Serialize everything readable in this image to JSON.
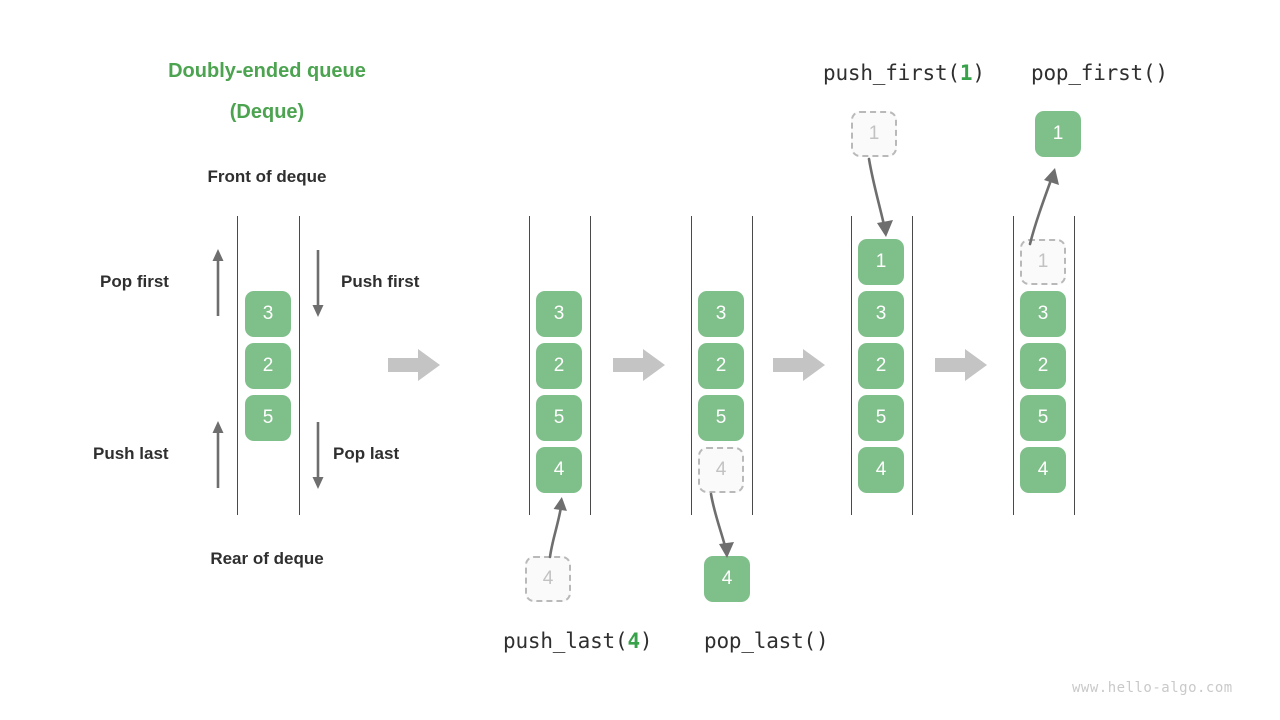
{
  "title": {
    "line1": "Doubly-ended queue",
    "line2": "(Deque)"
  },
  "labels": {
    "front": "Front of deque",
    "rear": "Rear of deque",
    "pop_first": "Pop first",
    "push_first": "Push first",
    "push_last": "Push last",
    "pop_last": "Pop last"
  },
  "operations": {
    "push_last": {
      "name": "push_last(",
      "arg": "4",
      "close": ")"
    },
    "pop_last": {
      "name": "pop_last()",
      "arg": "",
      "close": ""
    },
    "push_first": {
      "name": "push_first(",
      "arg": "1",
      "close": ")"
    },
    "pop_first": {
      "name": "pop_first()",
      "arg": "",
      "close": ""
    }
  },
  "colors": {
    "title_green": "#4ca350",
    "cell_green": "#7fbf8a",
    "arg_green": "#37a24a",
    "ghost_border": "#b9b9b9",
    "ghost_fill": "#fafafa",
    "ghost_text": "#c2c2c2",
    "rail": "#4a4a4a",
    "block_arrow": "#c4c4c4",
    "thin_arrow": "#6e6e6e",
    "label_text": "#2f2f2f",
    "watermark": "#c9c9c9"
  },
  "deques": [
    {
      "id": "overview",
      "cells": [
        {
          "value": "3",
          "state": "filled"
        },
        {
          "value": "2",
          "state": "filled"
        },
        {
          "value": "5",
          "state": "filled"
        }
      ]
    },
    {
      "id": "after-push-last",
      "cells": [
        {
          "value": "3",
          "state": "filled"
        },
        {
          "value": "2",
          "state": "filled"
        },
        {
          "value": "5",
          "state": "filled"
        },
        {
          "value": "4",
          "state": "filled"
        }
      ]
    },
    {
      "id": "before-pop-last",
      "cells": [
        {
          "value": "3",
          "state": "filled"
        },
        {
          "value": "2",
          "state": "filled"
        },
        {
          "value": "5",
          "state": "filled"
        },
        {
          "value": "4",
          "state": "ghost"
        }
      ]
    },
    {
      "id": "after-push-first",
      "cells": [
        {
          "value": "1",
          "state": "filled"
        },
        {
          "value": "3",
          "state": "filled"
        },
        {
          "value": "2",
          "state": "filled"
        },
        {
          "value": "5",
          "state": "filled"
        },
        {
          "value": "4",
          "state": "filled"
        }
      ]
    },
    {
      "id": "after-pop-first",
      "cells": [
        {
          "value": "1",
          "state": "ghost"
        },
        {
          "value": "3",
          "state": "filled"
        },
        {
          "value": "2",
          "state": "filled"
        },
        {
          "value": "5",
          "state": "filled"
        },
        {
          "value": "4",
          "state": "filled"
        }
      ]
    }
  ],
  "detached_cells": {
    "push_last_source": {
      "value": "4",
      "state": "ghost"
    },
    "pop_last_result": {
      "value": "4",
      "state": "filled"
    },
    "push_first_source": {
      "value": "1",
      "state": "ghost"
    },
    "pop_first_result": {
      "value": "1",
      "state": "filled"
    }
  },
  "watermark": "www.hello-algo.com"
}
